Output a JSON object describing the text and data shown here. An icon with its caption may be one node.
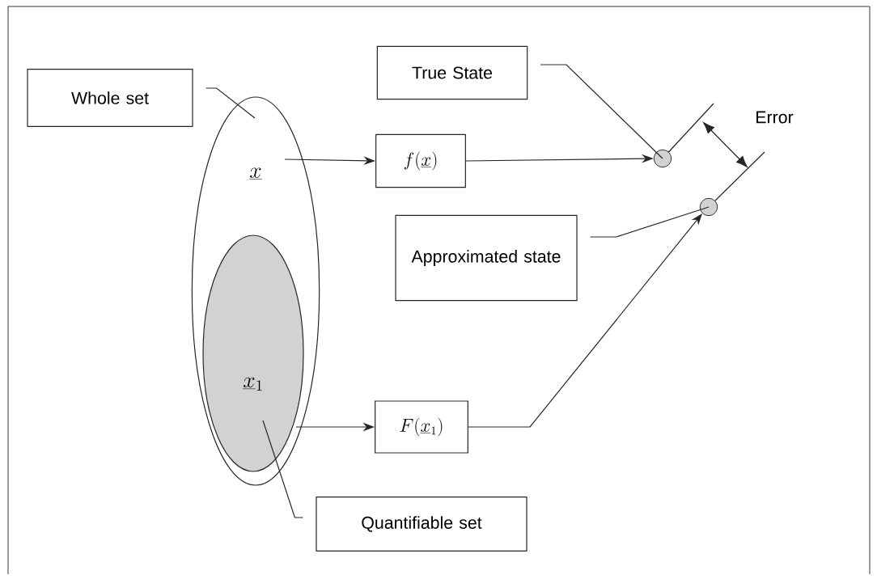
{
  "diagram": {
    "nodes": [
      {
        "text": [
          "Whole set"
        ]
      },
      {
        "text": [
          "\\underline{x}"
        ]
      },
      {
        "text": [
          "\\underline{x}_1"
        ],
        "in": 1
      },
      {
        "text": [
          "f(\\underline{x})"
        ]
      },
      {
        "text": [
          "F(\\underline{x}_1)"
        ]
      },
      {
        "text": [
          "True State"
        ]
      },
      {
        "text": [
          "Approximated state"
        ]
      },
      {
        "text": [
          "Quantifiable set"
        ]
      },
      {
        "text": [],
        "shape": "circle"
      },
      {
        "text": [],
        "shape": "circle"
      }
    ],
    "edges": [
      {
        "from": 0,
        "to": 1,
        "arrow": "none"
      },
      {
        "from": 1,
        "to": 3,
        "arrow": "to"
      },
      {
        "from": 3,
        "to": 8,
        "arrow": "to"
      },
      {
        "from": 2,
        "to": 4,
        "arrow": "to"
      },
      {
        "from": 4,
        "to": 9,
        "arrow": "to"
      },
      {
        "from": 5,
        "to": 8,
        "arrow": "none"
      },
      {
        "from": 6,
        "to": 9,
        "arrow": "none"
      },
      {
        "from": 7,
        "to": 2,
        "arrow": "none"
      }
    ],
    "labels": [
      "Error"
    ]
  }
}
